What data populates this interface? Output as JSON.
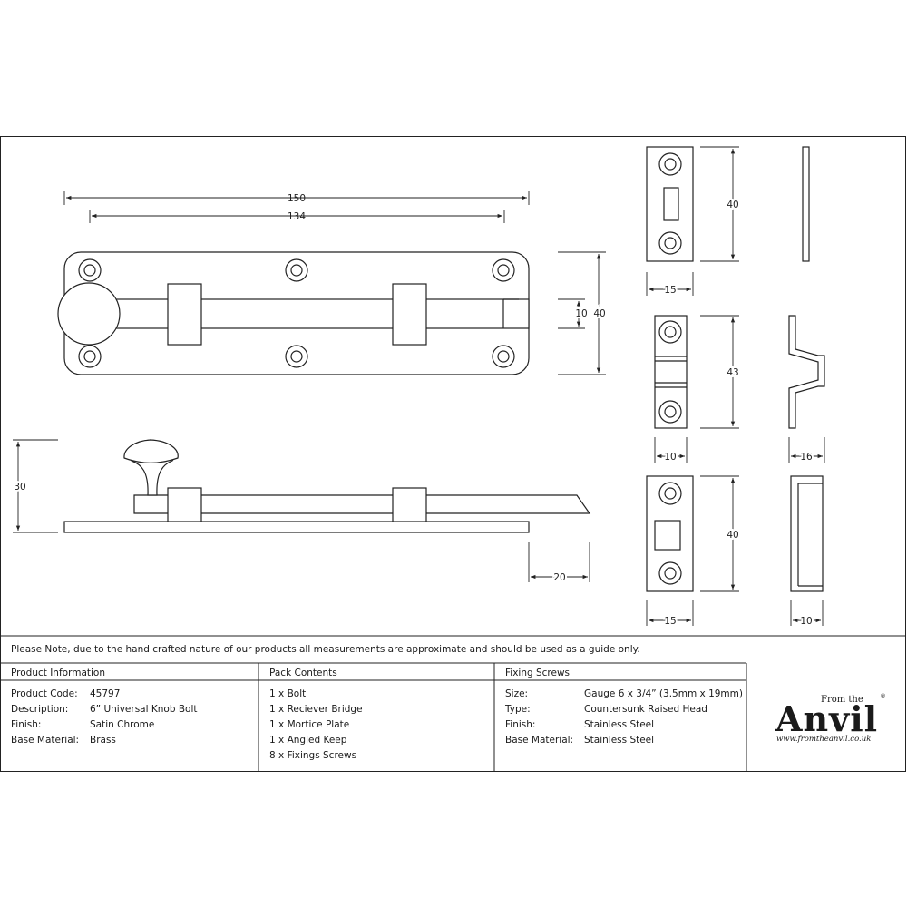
{
  "dimensions": {
    "plate_length": "150",
    "hole_spacing": "134",
    "plate_height": "40",
    "bolt_height": "10",
    "knob_height": "30",
    "bolt_projection": "20",
    "keep_plate_height": "40",
    "keep_plate_width": "15",
    "bridge_height": "43",
    "bridge_width": "10",
    "bridge_side_width": "16",
    "mortice_height": "40",
    "mortice_width": "15",
    "mortice_side_width": "10"
  },
  "note": "Please Note, due to the hand crafted nature of our products all measurements are approximate and should be used as a guide only.",
  "product_info": {
    "heading": "Product Information",
    "rows": [
      {
        "label": "Product Code:",
        "value": "45797"
      },
      {
        "label": "Description:",
        "value": "6” Universal Knob Bolt"
      },
      {
        "label": "Finish:",
        "value": "Satin Chrome"
      },
      {
        "label": "Base Material:",
        "value": "Brass"
      }
    ]
  },
  "pack_contents": {
    "heading": "Pack Contents",
    "items": [
      "1 x Bolt",
      "1 x Reciever Bridge",
      "1 x Mortice Plate",
      "1 x Angled Keep",
      "8 x Fixings Screws"
    ]
  },
  "fixing_screws": {
    "heading": "Fixing Screws",
    "rows": [
      {
        "label": "Size:",
        "value": "Gauge 6 x 3/4” (3.5mm x 19mm)"
      },
      {
        "label": "Type:",
        "value": "Countersunk Raised Head"
      },
      {
        "label": "Finish:",
        "value": "Stainless Steel"
      },
      {
        "label": "Base Material:",
        "value": "Stainless Steel"
      }
    ]
  },
  "logo": {
    "from": "From the",
    "brand": "Anvil",
    "registered": "®",
    "url": "www.fromtheanvil.co.uk"
  },
  "colors": {
    "line": "#222222",
    "background": "#ffffff"
  }
}
